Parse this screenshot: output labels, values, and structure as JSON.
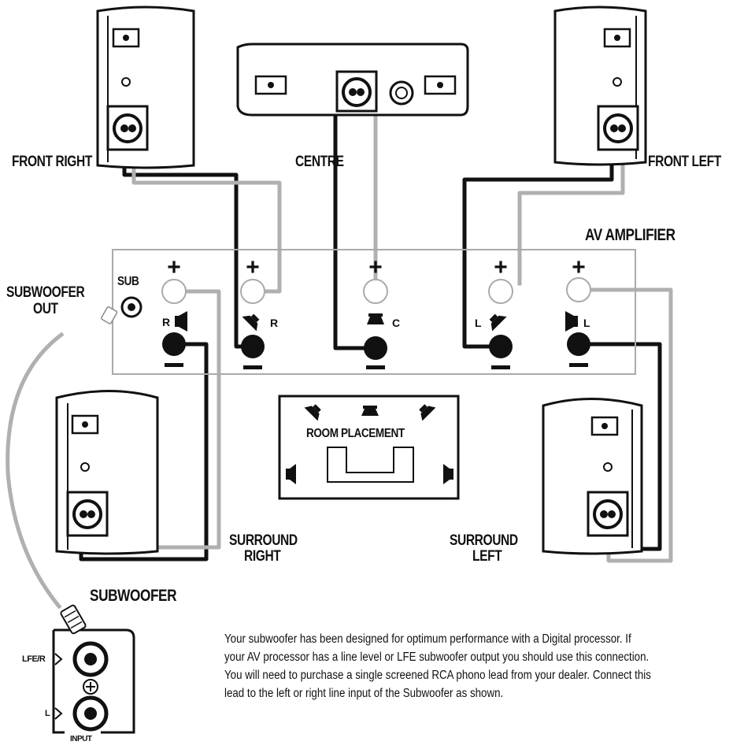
{
  "labels": {
    "front_right": "FRONT RIGHT",
    "centre": "CENTRE",
    "front_left": "FRONT LEFT",
    "av_amplifier": "AV AMPLIFIER",
    "subwoofer_out_1": "SUBWOOFER",
    "subwoofer_out_2": "OUT",
    "sub": "SUB",
    "room_placement": "ROOM PLACEMENT",
    "surround_right_1": "SURROUND",
    "surround_right_2": "RIGHT",
    "surround_left_1": "SURROUND",
    "surround_left_2": "LEFT",
    "subwoofer": "SUBWOOFER",
    "lfe_r": "LFE/R",
    "l": "L",
    "input": "INPUT"
  },
  "terminals": {
    "plus": "+",
    "minus": "–",
    "r": "R",
    "c": "C",
    "l": "L"
  },
  "instructions": [
    "Your subwoofer has been designed for optimum performance with a Digital processor. If",
    "your AV processor has a line level or LFE subwoofer output you should use this connection.",
    "You will need to purchase a single screened RCA phono lead from your dealer. Connect this",
    "lead to the left or right line input of the Subwoofer as shown."
  ],
  "colors": {
    "line_dark": "#111111",
    "wire_grey": "#b0b0b0",
    "panel_border": "#aaaaaa"
  }
}
